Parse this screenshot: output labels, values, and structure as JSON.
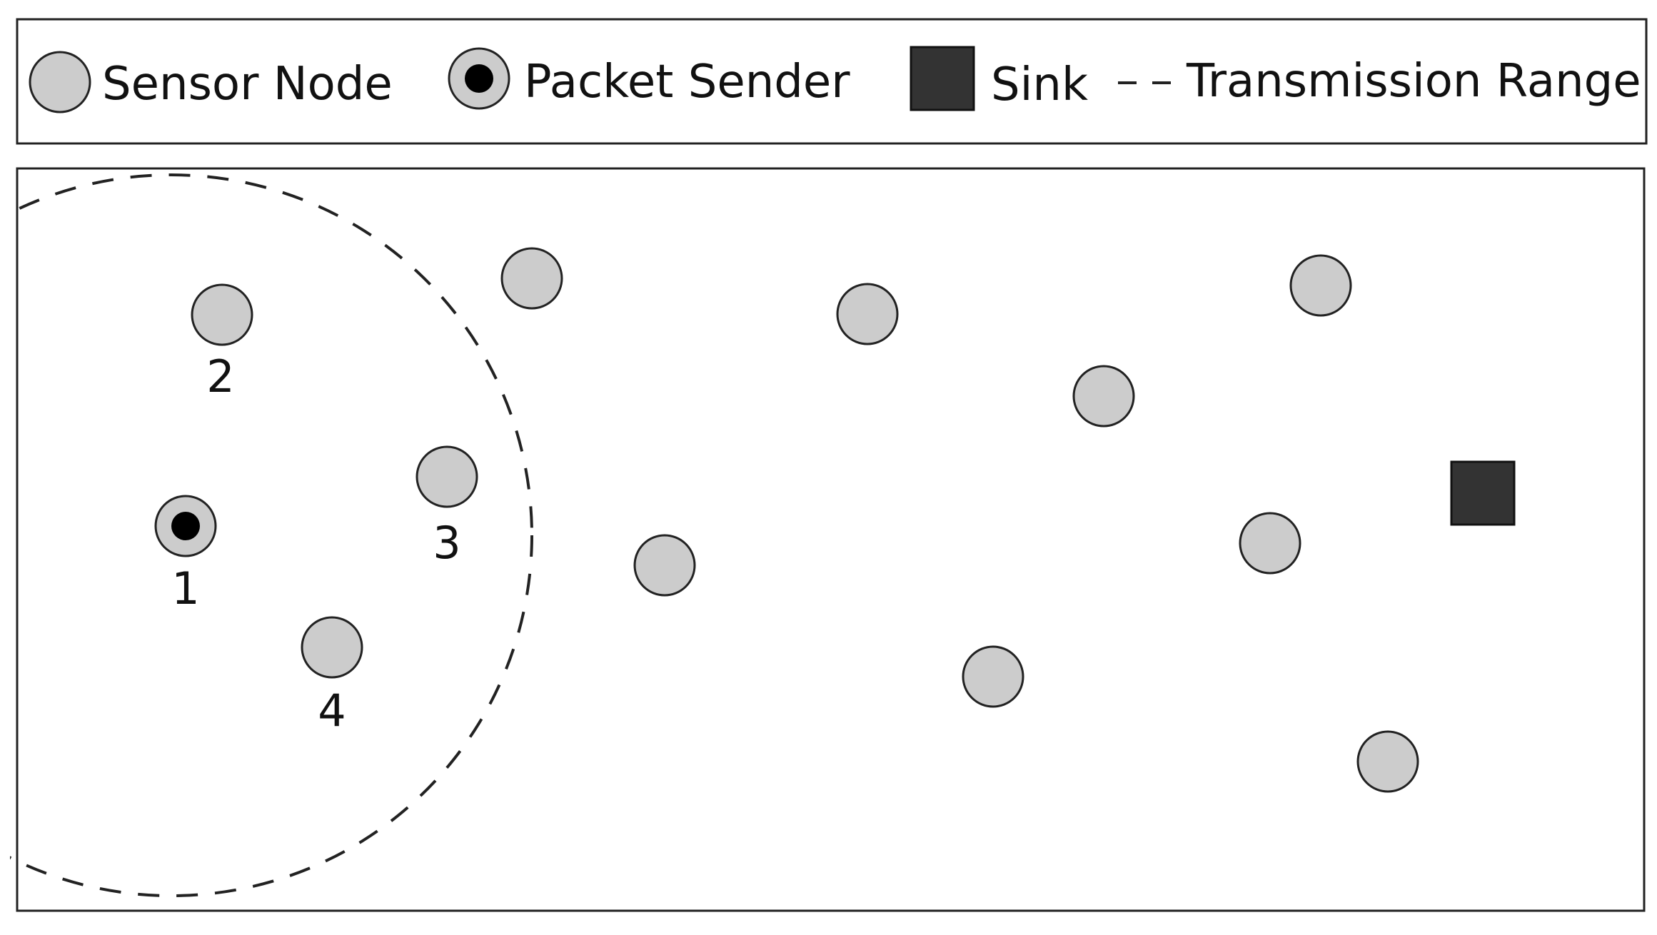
{
  "legend": {
    "sensor_node": "Sensor Node",
    "packet_sender": "Packet Sender",
    "sink": "Sink",
    "transmission_range": "Transmission Range"
  },
  "node_labels": {
    "n1": "1",
    "n2": "2",
    "n3": "3",
    "n4": "4"
  },
  "colors": {
    "node_fill": "#cccccc",
    "node_stroke": "#222222",
    "sender_core": "#000000",
    "sink_fill": "#333333",
    "frame_stroke": "#222222"
  }
}
